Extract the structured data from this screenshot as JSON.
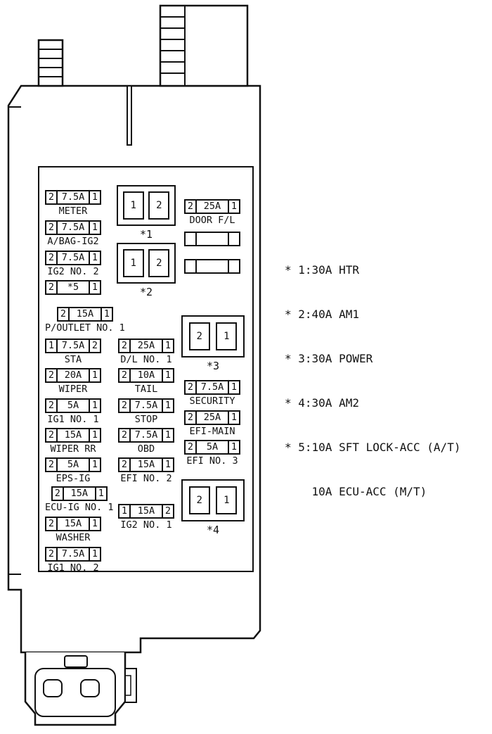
{
  "diagram": {
    "colors": {
      "ink": "#111111",
      "background": "#ffffff"
    },
    "legend": {
      "items": [
        "* 1:30A HTR",
        "* 2:40A AM1",
        "* 3:30A POWER",
        "* 4:30A AM2",
        "* 5:10A SFT LOCK-ACC (A/T)",
        "    10A ECU-ACC (M/T)"
      ]
    },
    "relays": {
      "r1": {
        "cell_left": "1",
        "cell_right": "2",
        "label": "*1"
      },
      "r2": {
        "cell_left": "1",
        "cell_right": "2",
        "label": "*2"
      },
      "r3": {
        "cell_left": "2",
        "cell_right": "1",
        "label": "*3"
      },
      "r4": {
        "cell_left": "2",
        "cell_right": "1",
        "label": "*4"
      }
    },
    "fuse_columns": {
      "left": [
        {
          "left_pin": "2",
          "amp": "7.5A",
          "right_pin": "1",
          "label": "METER"
        },
        {
          "left_pin": "2",
          "amp": "7.5A",
          "right_pin": "1",
          "label": "A/BAG-IG2"
        },
        {
          "left_pin": "2",
          "amp": "7.5A",
          "right_pin": "1",
          "label": "IG2 NO. 2"
        },
        {
          "left_pin": "2",
          "amp": "*5",
          "right_pin": "1",
          "label": ""
        },
        {
          "left_pin": "2",
          "amp": "15A",
          "right_pin": "1",
          "label": "P/OUTLET NO. 1"
        },
        {
          "left_pin": "1",
          "amp": "7.5A",
          "right_pin": "2",
          "label": "STA"
        },
        {
          "left_pin": "2",
          "amp": "20A",
          "right_pin": "1",
          "label": "WIPER"
        },
        {
          "left_pin": "2",
          "amp": "5A",
          "right_pin": "1",
          "label": "IG1 NO. 1"
        },
        {
          "left_pin": "2",
          "amp": "15A",
          "right_pin": "1",
          "label": "WIPER RR"
        },
        {
          "left_pin": "2",
          "amp": "5A",
          "right_pin": "1",
          "label": "EPS-IG"
        },
        {
          "left_pin": "2",
          "amp": "15A",
          "right_pin": "1",
          "label": "ECU-IG NO. 1"
        },
        {
          "left_pin": "2",
          "amp": "15A",
          "right_pin": "1",
          "label": "WASHER"
        },
        {
          "left_pin": "2",
          "amp": "7.5A",
          "right_pin": "1",
          "label": "IG1 NO. 2"
        }
      ],
      "middle": [
        {
          "left_pin": "2",
          "amp": "25A",
          "right_pin": "1",
          "label": "D/L NO. 1"
        },
        {
          "left_pin": "2",
          "amp": "10A",
          "right_pin": "1",
          "label": "TAIL"
        },
        {
          "left_pin": "2",
          "amp": "7.5A",
          "right_pin": "1",
          "label": "STOP"
        },
        {
          "left_pin": "2",
          "amp": "7.5A",
          "right_pin": "1",
          "label": "OBD"
        },
        {
          "left_pin": "2",
          "amp": "15A",
          "right_pin": "1",
          "label": "EFI NO. 2"
        },
        {
          "left_pin": "1",
          "amp": "15A",
          "right_pin": "2",
          "label": "IG2 NO. 1"
        }
      ],
      "right": [
        {
          "left_pin": "2",
          "amp": "25A",
          "right_pin": "1",
          "label": "DOOR F/L"
        },
        {
          "left_pin": "2",
          "amp": "7.5A",
          "right_pin": "1",
          "label": "SECURITY"
        },
        {
          "left_pin": "2",
          "amp": "25A",
          "right_pin": "1",
          "label": "EFI-MAIN"
        },
        {
          "left_pin": "2",
          "amp": "5A",
          "right_pin": "1",
          "label": "EFI NO. 3"
        }
      ]
    }
  }
}
